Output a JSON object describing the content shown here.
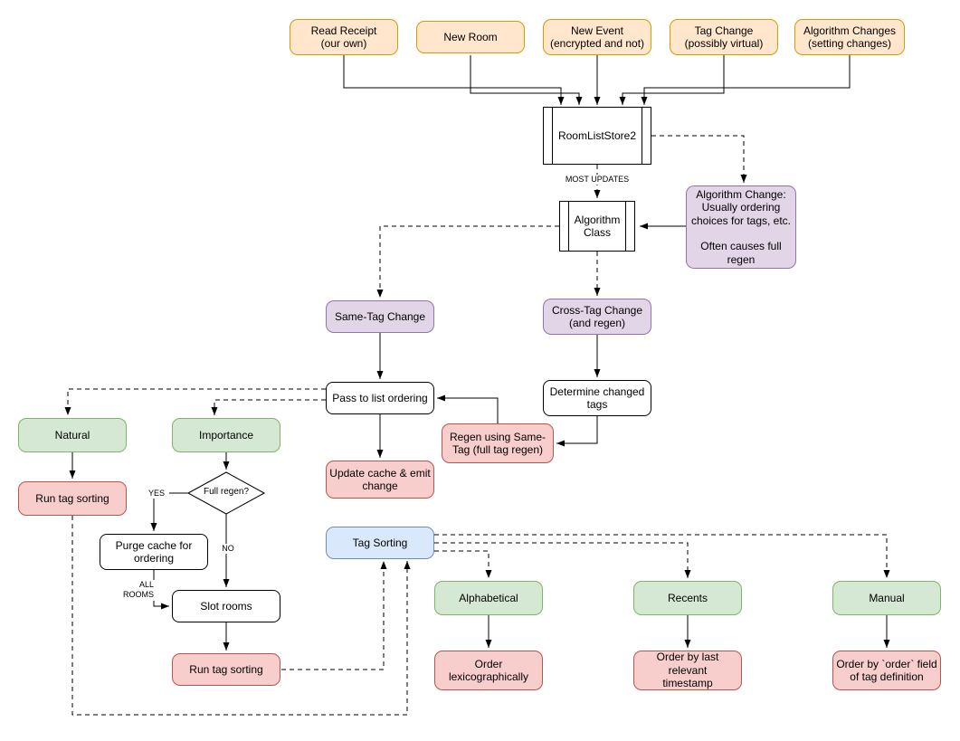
{
  "colors": {
    "background": "#ffffff",
    "line": "#000000",
    "orange_fill": "#ffe6cc",
    "orange_stroke": "#d79b00",
    "purple_fill": "#e1d5e7",
    "purple_stroke": "#9673a6",
    "green_fill": "#d5e8d4",
    "green_stroke": "#82b366",
    "red_fill": "#f8cecc",
    "red_stroke": "#b85450",
    "blue_fill": "#dae8fc",
    "blue_stroke": "#6c8ebf",
    "white_fill": "#ffffff",
    "white_stroke": "#000000"
  },
  "nodes": {
    "read_receipt": "Read Receipt\n(our own)",
    "new_room": "New Room",
    "new_event": "New Event\n(encrypted and not)",
    "tag_change": "Tag Change\n(possibly virtual)",
    "algorithm_changes": "Algorithm Changes\n(setting changes)",
    "room_list_store": "RoomListStore2",
    "algorithm_class": "Algorithm\nClass",
    "algorithm_change_note": "Algorithm Change:\nUsually ordering\nchoices for tags, etc.\n\nOften causes full\nregen",
    "same_tag_change": "Same-Tag Change",
    "cross_tag_change": "Cross-Tag Change\n(and regen)",
    "pass_to_list_ordering": "Pass to list ordering",
    "determine_changed_tags": "Determine changed\ntags",
    "regen_same_tag": "Regen using Same-\nTag (full tag regen)",
    "update_cache": "Update cache & emit\nchange",
    "natural": "Natural",
    "importance": "Importance",
    "run_tag_sorting_left": "Run tag sorting",
    "full_regen": "Full regen?",
    "purge_cache": "Purge cache for\nordering",
    "slot_rooms": "Slot rooms",
    "run_tag_sorting_bottom": "Run tag sorting",
    "tag_sorting": "Tag Sorting",
    "alphabetical": "Alphabetical",
    "recents": "Recents",
    "manual": "Manual",
    "order_lexicographically": "Order\nlexicographically",
    "order_by_timestamp": "Order by last relevant\ntimestamp",
    "order_by_order_field": "Order by `order` field\nof tag definition"
  },
  "edge_labels": {
    "most_updates": "MOST UPDATES",
    "yes": "YES",
    "no": "NO",
    "all_rooms": "ALL\nROOMS"
  }
}
